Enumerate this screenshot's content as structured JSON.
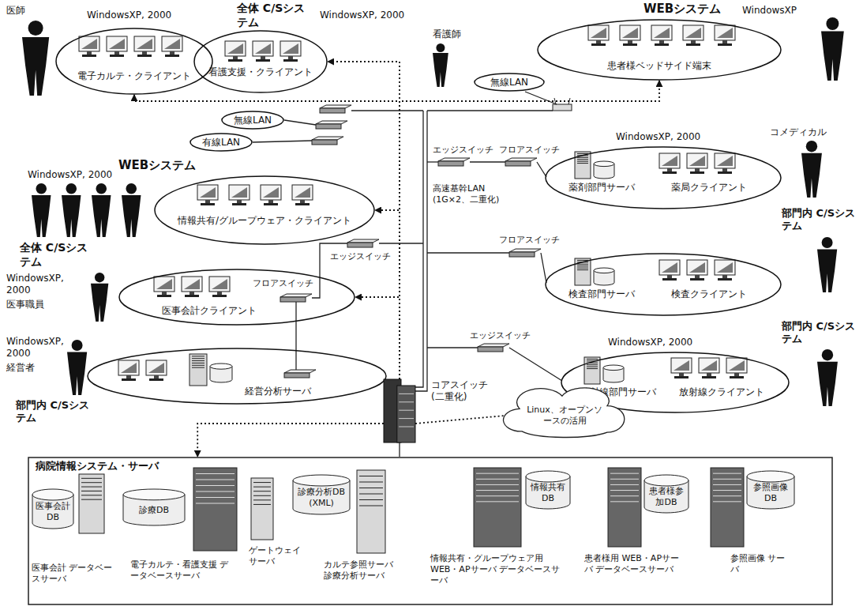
{
  "diagram": {
    "nodes": [
      {
        "text": [
          "電子カルテ・クライアント"
        ]
      },
      {
        "text": [
          "看護支援・クライアント"
        ]
      },
      {
        "text": [
          "患者様ベッドサイド端末"
        ]
      },
      {
        "text": [
          "無線LAN"
        ]
      },
      {
        "text": [
          "有線LAN"
        ]
      },
      {
        "text": [
          "無線LAN"
        ]
      },
      {
        "text": [
          "薬剤部門サーバ",
          "薬局クライアント"
        ]
      },
      {
        "text": [
          "情報共有/グループウェア・クライアント"
        ]
      },
      {
        "text": [
          "検査部門サーバ",
          "検査クライアント"
        ]
      },
      {
        "text": [
          "医事会計クライアント"
        ]
      },
      {
        "text": [
          "放射線部門サーバ",
          "放射線クライアント"
        ]
      },
      {
        "text": [
          "経営分析サーバ"
        ]
      },
      {
        "text": [
          "コアスイッチ (二重化)"
        ]
      },
      {
        "text": [
          "Linux、オープンソースの活用"
        ]
      },
      {
        "text": [
          "病院情報システム・サーバ"
        ]
      },
      {
        "text": [
          "医事会計 DB"
        ],
        "in": 14
      },
      {
        "text": [
          "診療DB"
        ],
        "in": 14
      },
      {
        "text": [
          "診療分析DB (XML)"
        ],
        "in": 14
      },
      {
        "text": [
          "情報共有 DB"
        ],
        "in": 14
      },
      {
        "text": [
          "患者様参加DB"
        ],
        "in": 14
      },
      {
        "text": [
          "参照画像 DB"
        ],
        "in": 14
      }
    ],
    "edges": [
      {
        "from": 12,
        "to": 0,
        "arrow": "to"
      },
      {
        "from": 12,
        "to": 1,
        "arrow": "to"
      },
      {
        "from": 12,
        "to": 2,
        "arrow": "to"
      },
      {
        "from": 12,
        "to": 7,
        "arrow": "to"
      },
      {
        "from": 12,
        "to": 9,
        "arrow": "to"
      },
      {
        "from": 12,
        "to": 14,
        "arrow": "to"
      },
      {
        "from": 12,
        "to": 13,
        "arrow": "none"
      }
    ],
    "labels": [
      "医師",
      "WindowsXP, 2000",
      "全体 C/Sシステム",
      "WindowsXP, 2000",
      "看護師",
      "WEBシステム",
      "WindowsXP",
      "コメディカル",
      "WindowsXP, 2000",
      "エッジスイッチ",
      "フロアスイッチ",
      "WEBシステム",
      "WindowsXP, 2000",
      "高速基幹LAN (1G×2、二重化)",
      "エッジスイッチ",
      "フロアスイッチ",
      "部門内 C/Sシステム",
      "全体 C/Sシステム",
      "WindowsXP, 2000",
      "医事職員",
      "フロアスイッチ",
      "エッジスイッチ",
      "部門内 C/Sシステム",
      "WindowsXP, 2000",
      "WindowsXP, 2000",
      "経営者",
      "部門内 C/Sシステム",
      "医事会計 データベースサーバ",
      "電子カルテ・看護支援 データベースサーバ",
      "ゲートウェイ サーバ",
      "カルテ参照サーバ 診療分析サーバ",
      "情報共有・グループウェア用 WEB・APサーバ データベースサーバ",
      "患者様用 WEB・APサーバ データベースサーバ",
      "参照画像 サーバ"
    ]
  }
}
